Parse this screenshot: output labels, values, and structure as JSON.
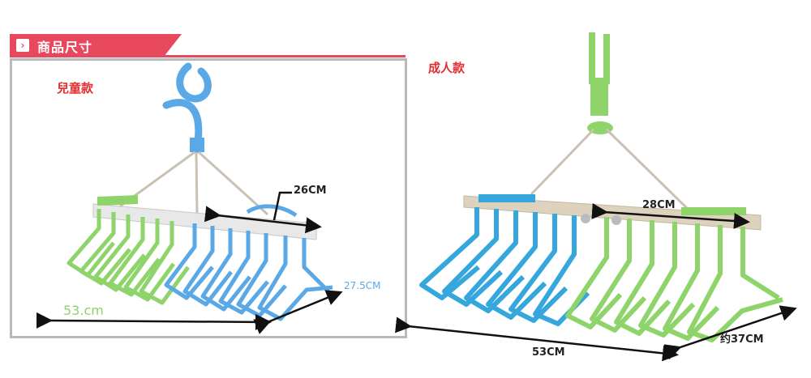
{
  "header": {
    "icon": "chevron-right-icon",
    "title": "商品尺寸",
    "accent_color": "#e8485e"
  },
  "kids_model": {
    "label": "兒童款",
    "dimensions": {
      "width_label": "53.cm",
      "depth_label": "27.5CM",
      "bar_label": "26CM"
    },
    "colors": {
      "hook": "#5aa8e6",
      "hangers_left": "#8ed46a",
      "hangers_right": "#5aa8e6"
    }
  },
  "adult_model": {
    "label": "成人款",
    "dimensions": {
      "width_label": "53CM",
      "depth_label": "约37CM",
      "bar_label": "28CM"
    },
    "colors": {
      "hook": "#8ed46a",
      "hangers_left": "#35a7dc",
      "hangers_right": "#8ed46a"
    }
  }
}
